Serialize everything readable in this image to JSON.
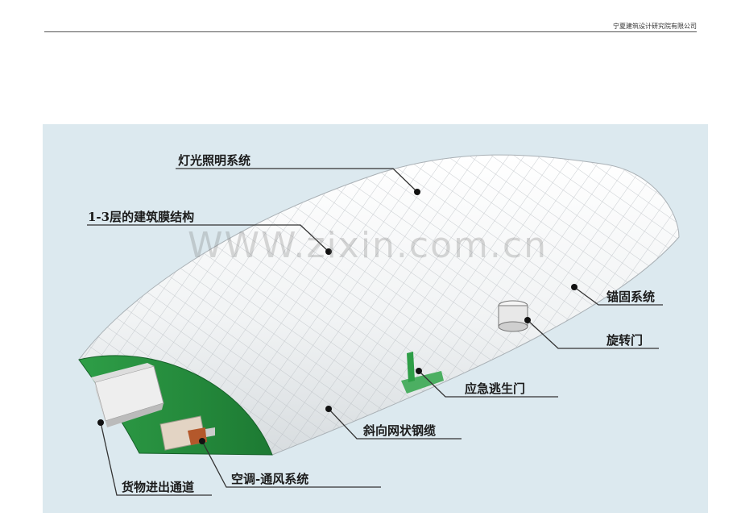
{
  "header": {
    "company": "宁夏建筑设计研究院有限公司"
  },
  "figure": {
    "watermark": "WWW.zixin.com.cn",
    "callouts": {
      "lighting": "灯光照明系统",
      "membrane": "1-3层的建筑膜结构",
      "anchor": "锚固系统",
      "revolving_door": "旋转门",
      "emergency_door": "应急逃生门",
      "cable_net": "斜向网状钢缆",
      "hvac": "空调-通风系统",
      "cargo": "货物进出通道"
    }
  }
}
